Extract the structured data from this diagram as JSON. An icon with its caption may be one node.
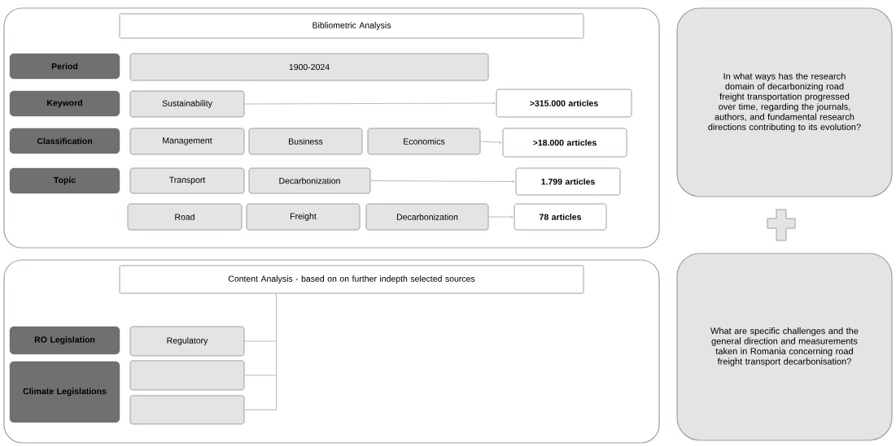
{
  "diagram": {
    "nodes": [
      {
        "text": [],
        "shape": "box"
      },
      {
        "text": [
          "Bibliometric Analysis"
        ],
        "in": 0
      },
      {
        "text": [
          "Period"
        ],
        "in": 0
      },
      {
        "text": [
          "1900-2024"
        ],
        "in": 0
      },
      {
        "text": [
          "Keyword"
        ],
        "in": 0
      },
      {
        "text": [
          "Sustainability"
        ],
        "in": 0
      },
      {
        "text": [
          ">315.000 articles"
        ],
        "in": 0
      },
      {
        "text": [
          "Classification"
        ],
        "in": 0
      },
      {
        "text": [
          "Management"
        ],
        "in": 0
      },
      {
        "text": [
          "Business"
        ],
        "in": 0
      },
      {
        "text": [
          "Economics"
        ],
        "in": 0
      },
      {
        "text": [
          ">18.000 articles"
        ],
        "in": 0
      },
      {
        "text": [
          "Topic"
        ],
        "in": 0
      },
      {
        "text": [
          "Transport"
        ],
        "in": 0
      },
      {
        "text": [
          "Decarbonization"
        ],
        "in": 0
      },
      {
        "text": [
          "1.799 articles"
        ],
        "in": 0
      },
      {
        "text": [
          "Road"
        ],
        "in": 0
      },
      {
        "text": [
          "Freight"
        ],
        "in": 0
      },
      {
        "text": [
          "Decarbonization"
        ],
        "in": 0
      },
      {
        "text": [
          "78 articles"
        ],
        "in": 0
      },
      {
        "text": [],
        "shape": "box"
      },
      {
        "text": [
          "Content Analysis - based on on further indepth selected sources"
        ],
        "in": 20
      },
      {
        "text": [
          "RO Legislation"
        ],
        "in": 20
      },
      {
        "text": [
          "Regulatory"
        ],
        "in": 20
      },
      {
        "text": [
          "Climate Legislations"
        ],
        "in": 20
      },
      {
        "text": [],
        "shape": "box",
        "in": 20
      },
      {
        "text": [],
        "shape": "box",
        "in": 20
      },
      {
        "text": [
          "In what ways has the research domain of decarbonizing road freight transportation progressed over time, regarding the journals, authors, and fundamental research directions contributing to its evolution?"
        ]
      },
      {
        "text": [
          "What are specific challenges and the general direction and measurements taken in Romania concerning road freight transport decarbonisation?"
        ]
      }
    ],
    "edges": [
      {
        "from": 5,
        "to": 6,
        "arrow": "to"
      },
      {
        "from": 10,
        "to": 11,
        "arrow": "to"
      },
      {
        "from": 14,
        "to": 15,
        "arrow": "to"
      },
      {
        "from": 18,
        "to": 19,
        "arrow": "to"
      },
      {
        "from": 21,
        "to": 23,
        "arrow": "none"
      },
      {
        "from": 21,
        "to": 25,
        "arrow": "none"
      },
      {
        "from": 21,
        "to": 26,
        "arrow": "none"
      }
    ]
  }
}
